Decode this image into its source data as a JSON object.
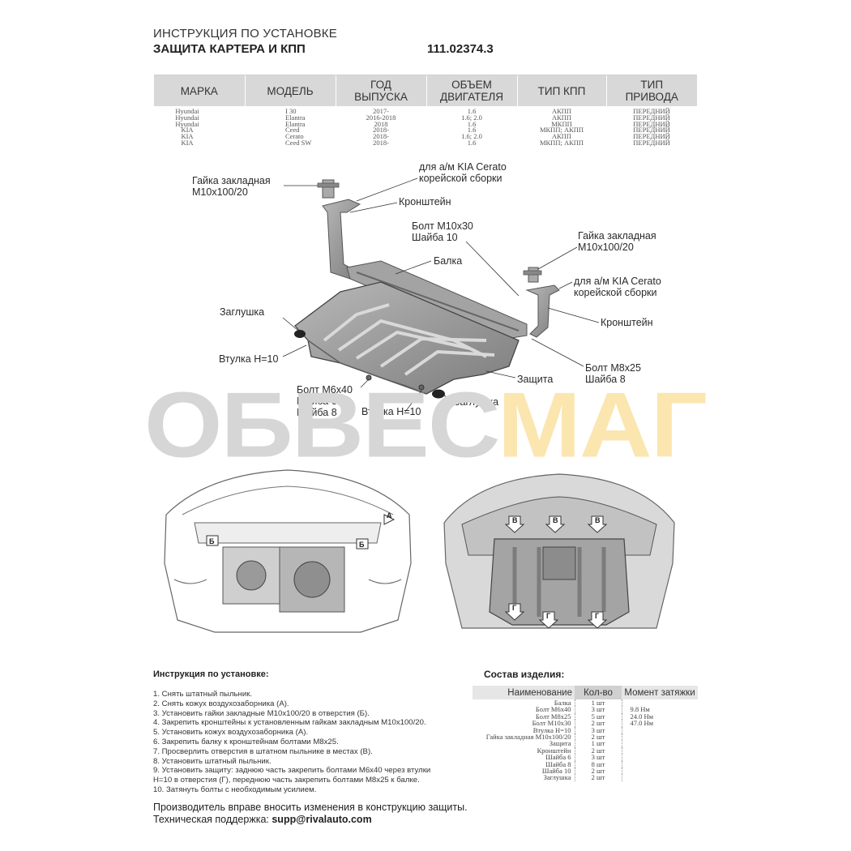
{
  "header": {
    "line1": "ИНСТРУКЦИЯ ПО УСТАНОВКЕ",
    "line2": "ЗАЩИТА КАРТЕРА И КПП",
    "article": "111.02374.3"
  },
  "spec_table": {
    "headers": [
      [
        "МАРКА"
      ],
      [
        "МОДЕЛЬ"
      ],
      [
        "ГОД",
        "ВЫПУСКА"
      ],
      [
        "ОБЪЕМ",
        "ДВИГАТЕЛЯ"
      ],
      [
        "ТИП КПП"
      ],
      [
        "ТИП",
        "ПРИВОДА"
      ]
    ],
    "rows": [
      [
        "Hyundai",
        "I 30",
        "2017-",
        "1.6",
        "АКПП",
        "ПЕРЕДНИЙ"
      ],
      [
        "Hyundai",
        "Elantra",
        "2016-2018",
        "1.6; 2.0",
        "АКПП",
        "ПЕРЕДНИЙ"
      ],
      [
        "Hyundai",
        "Elantra",
        "2018",
        "1.6",
        "МКПП",
        "ПЕРЕДНИЙ"
      ],
      [
        "KIA",
        "Ceed",
        "2018-",
        "1.6",
        "МКПП; АКПП",
        "ПЕРЕДНИЙ"
      ],
      [
        "KIA",
        "Cerato",
        "2018-",
        "1.6; 2.0",
        "АКПП",
        "ПЕРЕДНИЙ"
      ],
      [
        "KIA",
        "Ceed SW",
        "2018-",
        "1.6",
        "МКПП; АКПП",
        "ПЕРЕДНИЙ"
      ]
    ]
  },
  "callouts": {
    "nut_left": [
      "Гайка закладная",
      "М10х100/20"
    ],
    "kia_left": [
      "для а/м KIA Cerato",
      "корейской сборки"
    ],
    "bracket_left": "Кронштейн",
    "bolt_m10": [
      "Болт М10х30",
      "Шайба 10"
    ],
    "nut_right": [
      "Гайка закладная",
      "М10х100/20"
    ],
    "beam": "Балка",
    "kia_right": [
      "для а/м KIA Cerato",
      "корейской сборки"
    ],
    "plug_left": "Заглушка",
    "bracket_right": "Кронштейн",
    "sleeve_left": "Втулка Н=10",
    "bolt_m8": [
      "Болт М8х25",
      "Шайба 8"
    ],
    "guard": "Защита",
    "bolt_m6": [
      "Болт М6х40",
      "Шайба 6",
      "Шайба 8"
    ],
    "sleeve_bottom": "Втулка Н=10",
    "plug_bottom": "Заглушка"
  },
  "watermark": {
    "part1": "ОБВЕС",
    "part2": "МАГ"
  },
  "diagram_markers": {
    "a": "А",
    "b": "Б",
    "v": "В",
    "g": "Г"
  },
  "instructions": {
    "title": "Инструкция по установке:",
    "steps": [
      "1. Снять штатный пыльник.",
      "2. Снять кожух воздухозаборника (А).",
      "3. Установить гайки закладные М10х100/20 в отверстия (Б).",
      "4. Закрепить кронштейны к установленным гайкам закладным М10х100/20.",
      "5. Установить кожух воздухозаборника (А).",
      "6. Закрепить балку к кронштейнам болтами М8х25.",
      "7. Просверлить отверстия в штатном пыльнике в местах (В).",
      "8. Установить штатный пыльник.",
      "9. Установить защиту: заднюю часть закрепить болтами М6х40 через втулки",
      "Н=10 в отверстия (Г), переднюю часть закрепить болтами М8х25 к балке.",
      "10. Затянуть болты с необходимым усилием."
    ]
  },
  "composition": {
    "title": "Состав изделия:",
    "headers": [
      "Наименование",
      "Кол-во",
      "Момент затяжки"
    ],
    "rows": [
      [
        "Балка",
        "1 шт",
        ""
      ],
      [
        "Болт М6х40",
        "3 шт",
        "9.8 Нм"
      ],
      [
        "Болт М8х25",
        "5 шт",
        "24.0 Нм"
      ],
      [
        "Болт М10х30",
        "2 шт",
        "47.0 Нм"
      ],
      [
        "Втулка Н=10",
        "3 шт",
        ""
      ],
      [
        "Гайка закладная М10х100/20",
        "2 шт",
        ""
      ],
      [
        "Защита",
        "1 шт",
        ""
      ],
      [
        "Кронштейн",
        "2 шт",
        ""
      ],
      [
        "Шайба 6",
        "3 шт",
        ""
      ],
      [
        "Шайба 8",
        "8 шт",
        ""
      ],
      [
        "Шайба 10",
        "2 шт",
        ""
      ],
      [
        "Заглушка",
        "2 шт",
        ""
      ]
    ]
  },
  "footer": {
    "notice": "Производитель вправе вносить изменения в конструкцию защиты.",
    "support_label": "Техническая поддержка:",
    "support_email": "supp@rivalauto.com"
  },
  "colors": {
    "table_header": "#d8d8d8",
    "watermark_grey": "#d6d6d6",
    "watermark_orange": "#fbe6b0",
    "metal": "#9a9a9a",
    "metal_dark": "#6e6e6e"
  }
}
